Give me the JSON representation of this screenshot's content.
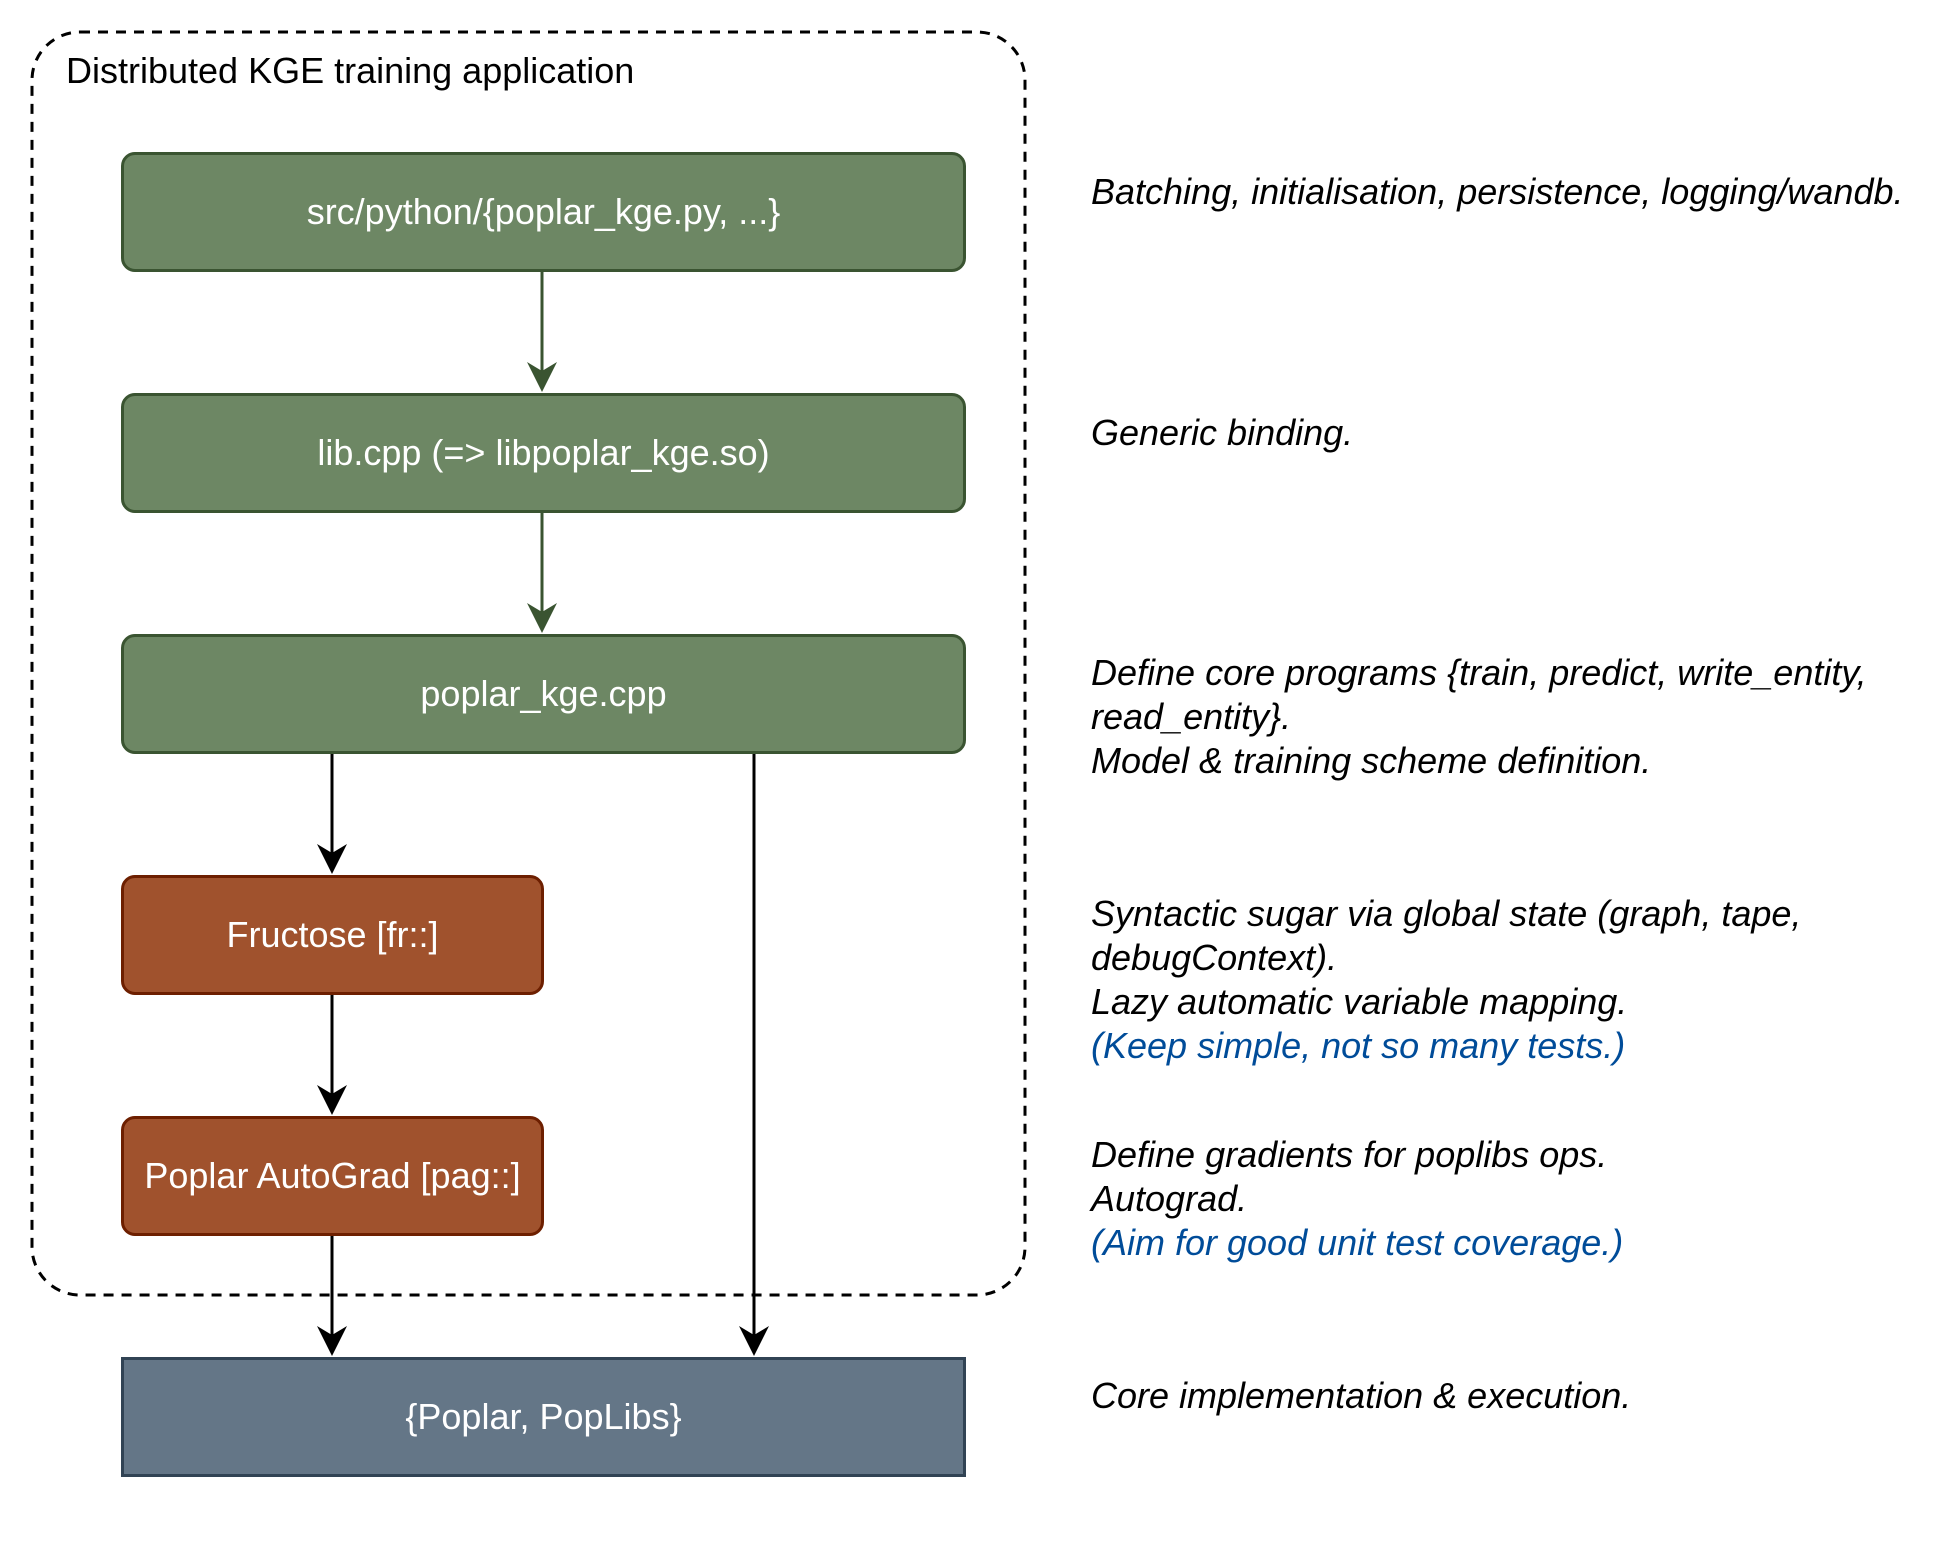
{
  "group": {
    "label": "Distributed KGE training application"
  },
  "boxes": {
    "python": "src/python/{poplar_kge.py, ...}",
    "lib": "lib.cpp (=> libpoplar_kge.so)",
    "poplar_kge": "poplar_kge.cpp",
    "fructose": "Fructose [fr::]",
    "autograd": "Poplar AutoGrad [pag::]",
    "poplar": "{Poplar, PopLibs}"
  },
  "notes": {
    "python": [
      "Batching, initialisation, persistence, logging/wandb."
    ],
    "lib": [
      "Generic binding."
    ],
    "poplar_kge": [
      "Define core programs {train, predict, write_entity,",
      "read_entity}.",
      "Model & training scheme definition."
    ],
    "fructose": [
      "Syntactic sugar via global state (graph, tape,",
      "debugContext).",
      "Lazy automatic variable mapping."
    ],
    "fructose_aside": "(Keep simple, not so many tests.)",
    "autograd": [
      "Define gradients for poplibs ops.",
      "Autograd."
    ],
    "autograd_aside": "(Aim for good unit test coverage.)",
    "poplar": [
      "Core implementation & execution."
    ]
  },
  "colors": {
    "green_fill": "#6d8764",
    "green_stroke": "#3a5431",
    "brown_fill": "#a0522d",
    "brown_stroke": "#6d1f00",
    "slate_fill": "#647687",
    "slate_stroke": "#314354",
    "aside_text": "#004c99"
  }
}
